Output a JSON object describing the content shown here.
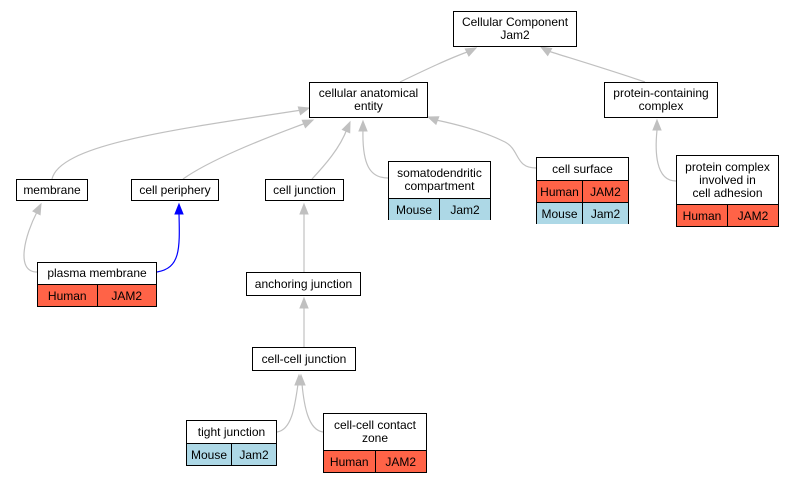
{
  "colors": {
    "edge": "#c0c0c0",
    "highlight_edge": "#0000ff",
    "human": "#ff6347",
    "mouse": "#add8e6"
  },
  "nodes": [
    {
      "id": "root",
      "label": "Cellular Component\nJam2"
    },
    {
      "id": "cae",
      "label": "cellular anatomical\nentity"
    },
    {
      "id": "pcc",
      "label": "protein-containing\ncomplex"
    },
    {
      "id": "membrane",
      "label": "membrane"
    },
    {
      "id": "periphery",
      "label": "cell periphery"
    },
    {
      "id": "junction",
      "label": "cell junction"
    },
    {
      "id": "somato",
      "label": "somatodendritic\ncompartment",
      "rows": [
        {
          "species": "Mouse",
          "gene": "Jam2"
        }
      ]
    },
    {
      "id": "surface",
      "label": "cell surface",
      "rows": [
        {
          "species": "Human",
          "gene": "JAM2"
        },
        {
          "species": "Mouse",
          "gene": "Jam2"
        }
      ]
    },
    {
      "id": "pcadh",
      "label": "protein complex\ninvolved in\ncell adhesion",
      "rows": [
        {
          "species": "Human",
          "gene": "JAM2"
        }
      ]
    },
    {
      "id": "plasma",
      "label": "plasma membrane",
      "rows": [
        {
          "species": "Human",
          "gene": "JAM2"
        }
      ]
    },
    {
      "id": "anchoring",
      "label": "anchoring junction"
    },
    {
      "id": "ccj",
      "label": "cell-cell junction"
    },
    {
      "id": "tight",
      "label": "tight junction",
      "rows": [
        {
          "species": "Mouse",
          "gene": "Jam2"
        }
      ]
    },
    {
      "id": "contact",
      "label": "cell-cell contact\nzone",
      "rows": [
        {
          "species": "Human",
          "gene": "JAM2"
        }
      ]
    }
  ],
  "edges": [
    {
      "from": "cae",
      "to": "root"
    },
    {
      "from": "pcc",
      "to": "root"
    },
    {
      "from": "membrane",
      "to": "cae"
    },
    {
      "from": "periphery",
      "to": "cae"
    },
    {
      "from": "junction",
      "to": "cae"
    },
    {
      "from": "somato",
      "to": "cae"
    },
    {
      "from": "surface",
      "to": "cae"
    },
    {
      "from": "pcadh",
      "to": "pcc"
    },
    {
      "from": "plasma",
      "to": "membrane"
    },
    {
      "from": "plasma",
      "to": "periphery",
      "highlight": true
    },
    {
      "from": "anchoring",
      "to": "junction"
    },
    {
      "from": "ccj",
      "to": "anchoring"
    },
    {
      "from": "tight",
      "to": "ccj"
    },
    {
      "from": "contact",
      "to": "ccj"
    }
  ]
}
